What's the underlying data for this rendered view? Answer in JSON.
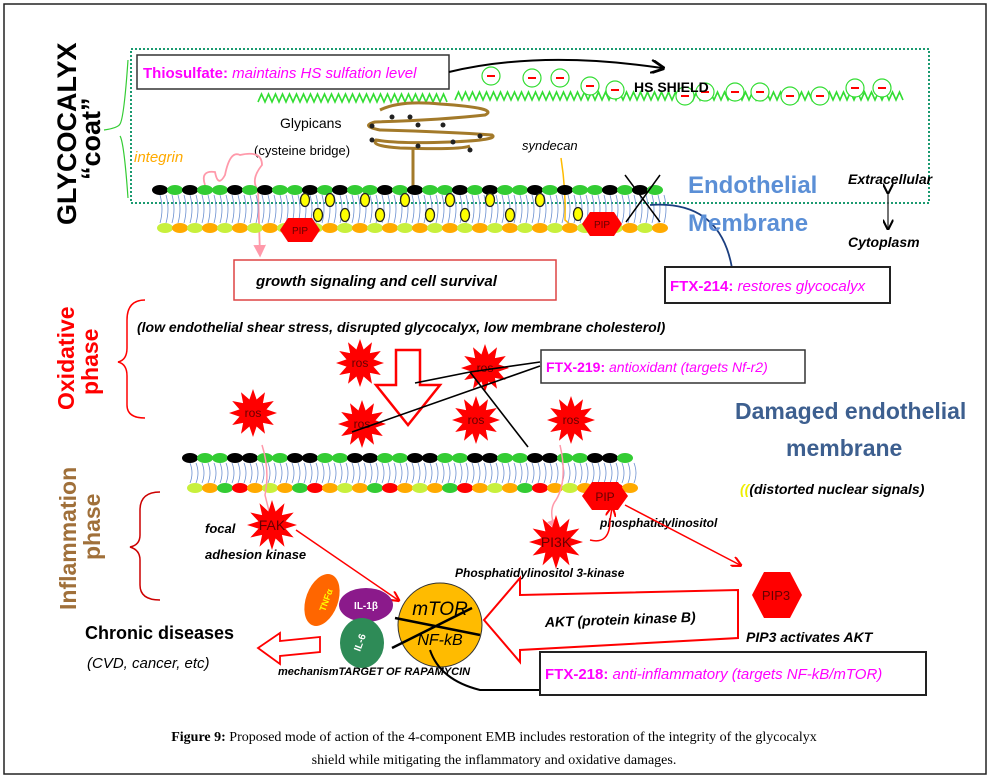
{
  "glycocalyx": {
    "title": "GLYCOCALYX",
    "subtitle": "“coat”",
    "thiosulfate_label": "Thiosulfate:",
    "thiosulfate_text": "maintains HS sulfation level",
    "hs_shield": "HS SHIELD",
    "glypicans": "Glypicans",
    "cysteine_bridge": "(cysteine bridge)",
    "integrin": "integrin",
    "syndecan": "syndecan",
    "pip": "PIP",
    "endothelial": "Endothelial",
    "membrane": "Membrane",
    "extracellular": "Extracellular",
    "cytoplasm": "Cytoplasm",
    "growth_signaling": "growth signaling  and cell survival",
    "ftx214_label": "FTX-214:",
    "ftx214_text": "restores glycocalyx"
  },
  "oxidative": {
    "title": "Oxidative",
    "subtitle": "phase",
    "conditions": "(low endothelial shear stress,  disrupted glycocalyx,  low membrane cholesterol)",
    "ros": "ros",
    "ftx219_label": "FTX-219:",
    "ftx219_text": "antioxidant (targets Nf-r2)",
    "damaged_1": "Damaged endothelial",
    "damaged_2": "membrane",
    "distorted": "(distorted nuclear signals)"
  },
  "inflammation": {
    "title": "Inflammation",
    "subtitle": "phase",
    "focal": "focal",
    "adhesion_kinase": "adhesion  kinase",
    "fak": "FAK",
    "pip": "PIP",
    "phosphatidylinositol": "phosphatidylinositol",
    "pi3k": "PI3K",
    "pi3k_full": "Phosphatidylinositol 3-kinase",
    "pip3": "PIP3",
    "pip3_activates": "PIP3 activates AKT",
    "akt": "AKT (protein  kinase B)",
    "mtor": "mTOR",
    "nfkb": "NF-kB",
    "tnf": "TNFα",
    "il1": "IL-1β",
    "il6": "IL-6",
    "chronic": "Chronic diseases",
    "chronic_examples": "(CVD, cancer, etc)",
    "mechanism": "mechanismTARGET OF RAPAMYCIN",
    "ftx218_label": "FTX-218:",
    "ftx218_text": "anti-inflammatory (targets NF-kB/mTOR)"
  },
  "caption": {
    "label": "Figure 9:",
    "line1": "Proposed mode of action of the 4-component EMB includes restoration of the integrity of the glycocalyx",
    "line2": "shield while mitigating the inflammatory and oxidative damages."
  },
  "colors": {
    "magenta": "#ff00ff",
    "red": "#ff0000",
    "blue_label": "#5b8fd6",
    "navy_label": "#3d5f8f",
    "glycan_green": "#33dd33",
    "brown": "#a0703a",
    "orange": "#ffaa00"
  }
}
